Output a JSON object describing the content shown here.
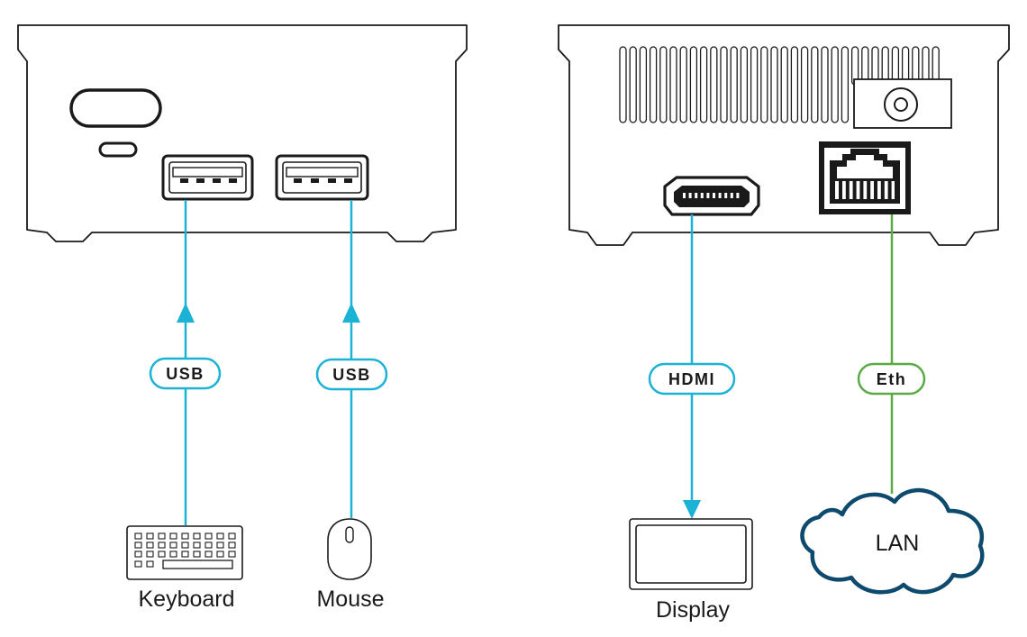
{
  "colors": {
    "usb": "#1bb2d6",
    "hdmi": "#1bb2d6",
    "eth": "#5aaa45",
    "cloud": "#0e4a6e",
    "outline": "#1a1a1a"
  },
  "connections": [
    {
      "id": "usb-keyboard",
      "cable_label": "USB",
      "device_label": "Keyboard",
      "device_icon": "keyboard-icon",
      "port_icon": "usb-port-icon"
    },
    {
      "id": "usb-mouse",
      "cable_label": "USB",
      "device_label": "Mouse",
      "device_icon": "mouse-icon",
      "port_icon": "usb-port-icon"
    },
    {
      "id": "hdmi-display",
      "cable_label": "HDMI",
      "device_label": "Display",
      "device_icon": "display-icon",
      "port_icon": "hdmi-port-icon"
    },
    {
      "id": "eth-lan",
      "cable_label": "Eth",
      "device_label": "LAN",
      "device_icon": "cloud-icon",
      "port_icon": "ethernet-port-icon"
    }
  ],
  "front_panel": {
    "icons": [
      "power-button-icon",
      "led-indicator-icon",
      "usb-port-icon",
      "usb-port-icon"
    ]
  },
  "rear_panel": {
    "icons": [
      "vent-grille-icon",
      "dc-power-jack-icon",
      "hdmi-port-icon",
      "ethernet-port-icon"
    ]
  }
}
